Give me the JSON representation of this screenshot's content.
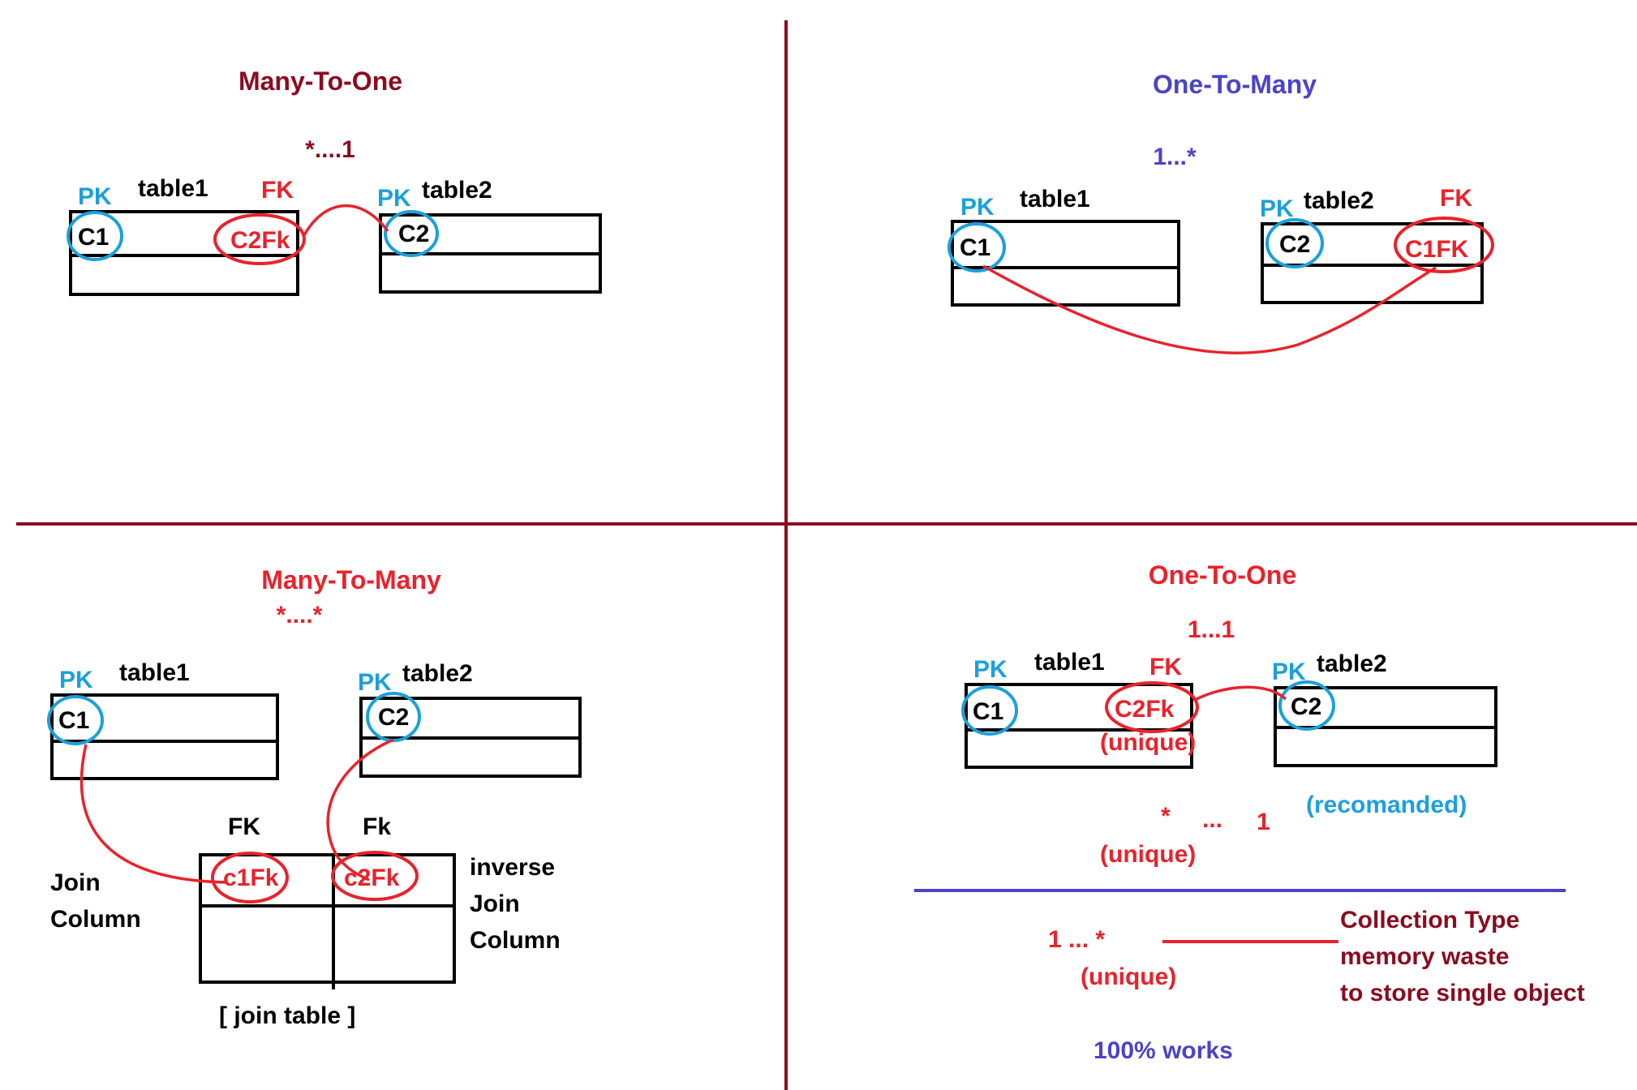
{
  "colors": {
    "divider": "#8b0b1f",
    "pk": "#1ca0dc",
    "fk": "#e8232c",
    "dark_red": "#8b0b1f",
    "blue": "#4a44c8",
    "box": "#000000"
  },
  "many_to_one": {
    "title": "Many-To-One",
    "cardinality": "*....1",
    "t1_pk": "PK",
    "t1_name": "table1",
    "t1_fk": "FK",
    "t1_c1": "C1",
    "t1_c2fk": "C2Fk",
    "t2_pk": "PK",
    "t2_name": "table2",
    "t2_c2": "C2"
  },
  "one_to_many": {
    "title": "One-To-Many",
    "cardinality": "1...*",
    "t1_pk": "PK",
    "t1_name": "table1",
    "t1_c1": "C1",
    "t2_pk": "PK",
    "t2_name": "table2",
    "t2_fk": "FK",
    "t2_c2": "C2",
    "t2_c1fk": "C1FK"
  },
  "many_to_many": {
    "title": "Many-To-Many",
    "cardinality": "*....*",
    "t1_pk": "PK",
    "t1_name": "table1",
    "t1_c1": "C1",
    "t2_pk": "PK",
    "t2_name": "table2",
    "t2_c2": "C2",
    "jt_fk1": "FK",
    "jt_fk2": "Fk",
    "jt_c1fk": "c1Fk",
    "jt_c2fk": "c2Fk",
    "join_column_1": "Join",
    "join_column_2": "Column",
    "inverse_1": "inverse",
    "inverse_2": "Join",
    "inverse_3": "Column",
    "join_table": "[ join table ]"
  },
  "one_to_one": {
    "title": "One-To-One",
    "cardinality": "1...1",
    "t1_pk": "PK",
    "t1_name": "table1",
    "t1_fk": "FK",
    "t1_c1": "C1",
    "t1_c2fk": "C2Fk",
    "t1_unique": "(unique)",
    "t2_pk": "PK",
    "t2_name": "table2",
    "t2_c2": "C2",
    "recommended": "(recomanded)",
    "many_star": "*",
    "many_dots": "...",
    "many_one": "1",
    "many_unique": "(unique)",
    "coll_card": "1 ... *",
    "coll_unique": "(unique)",
    "coll_note_1": "Collection Type",
    "coll_note_2": "memory waste",
    "coll_note_3": "to store single object",
    "works": "100% works"
  }
}
